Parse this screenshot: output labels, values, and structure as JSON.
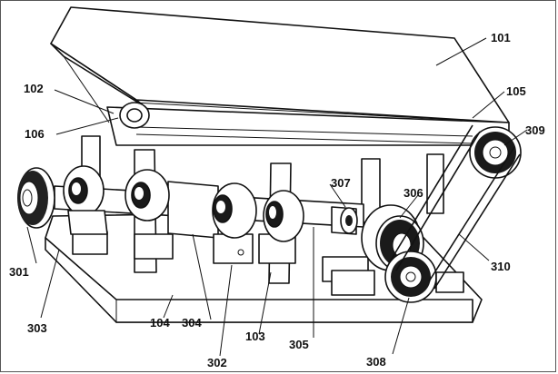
{
  "labels": {
    "l101": "101",
    "l102": "102",
    "l103": "103",
    "l104": "104",
    "l105": "105",
    "l106": "106",
    "l301": "301",
    "l302": "302",
    "l303": "303",
    "l304": "304",
    "l305": "305",
    "l306": "306",
    "l307": "307",
    "l308": "308",
    "l309": "309",
    "l310": "310"
  }
}
